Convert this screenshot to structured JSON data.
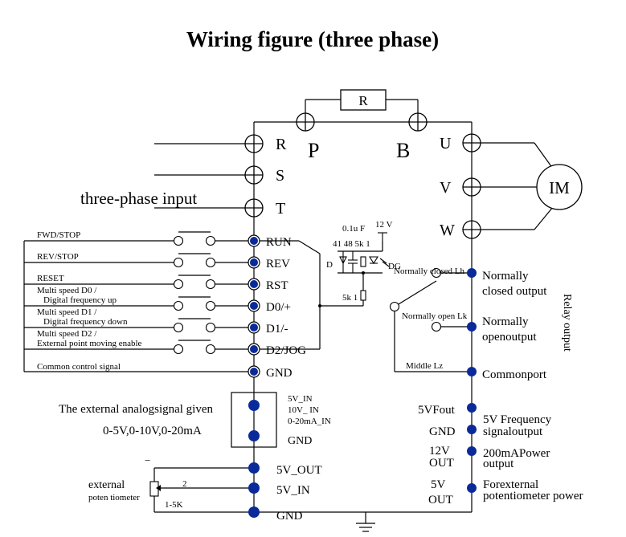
{
  "title": "Wiring figure (three phase)",
  "resistor": "R",
  "terminals": {
    "p": "P",
    "b": "B"
  },
  "input_terminals": [
    "R",
    "S",
    "T"
  ],
  "output_terminals": [
    "U",
    "V",
    "W"
  ],
  "motor": "IM",
  "input_label": "three-phase input",
  "control_terminals": [
    "RUN",
    "REV",
    "RST",
    "D0/+",
    "D1/-",
    "D2/JOG",
    "GND"
  ],
  "switch_labels": [
    "FWD/STOP",
    "REV/STOP",
    "RESET",
    "Multi speed D0 /",
    "Digital frequency   up",
    "Multi speed D1 /",
    "Digital frequency   down",
    "Multi speed D2 /",
    "External point moving enable",
    "Common control signal"
  ],
  "circuit": {
    "cap": "0.1u F",
    "supply": "12 V",
    "parts": "41 48  5k 1",
    "diode": "D",
    "led": "DG",
    "res": "5k 1"
  },
  "relay": {
    "nc_text": "Normally  closed  Lh",
    "no_text": "Normally open Lk",
    "mid_text": "Middle Lz",
    "side": "Relay output",
    "out_nc_1": "Normally",
    "out_nc_2": "closed output",
    "out_no_1": "Normally",
    "out_no_2": "openoutput",
    "common": "Commonport"
  },
  "analog": {
    "title": "The external analogsignal given",
    "range": "0-5V,0-10V,0-20mA",
    "pins": [
      "5V_IN",
      "10V_ IN",
      "0-20mA_IN"
    ],
    "gnd": "GND"
  },
  "freq": {
    "left1": "5VFout",
    "left2": "GND",
    "right1": "5V Frequency",
    "right2": "signaloutput"
  },
  "power": {
    "l1": "12V",
    "l2": "OUT",
    "r1": "200mAPower",
    "r2": "output"
  },
  "pot_supply": {
    "l1": "5V",
    "l2": "OUT",
    "r1": "Forexternal",
    "r2": "potentiometer power"
  },
  "pot": {
    "ext": "external",
    "name": "poten tiometer",
    "pin2": "2",
    "value": "1-5K",
    "p5vout": "5V_OUT",
    "p5vin": "5V_IN",
    "pgnd": "GND"
  }
}
